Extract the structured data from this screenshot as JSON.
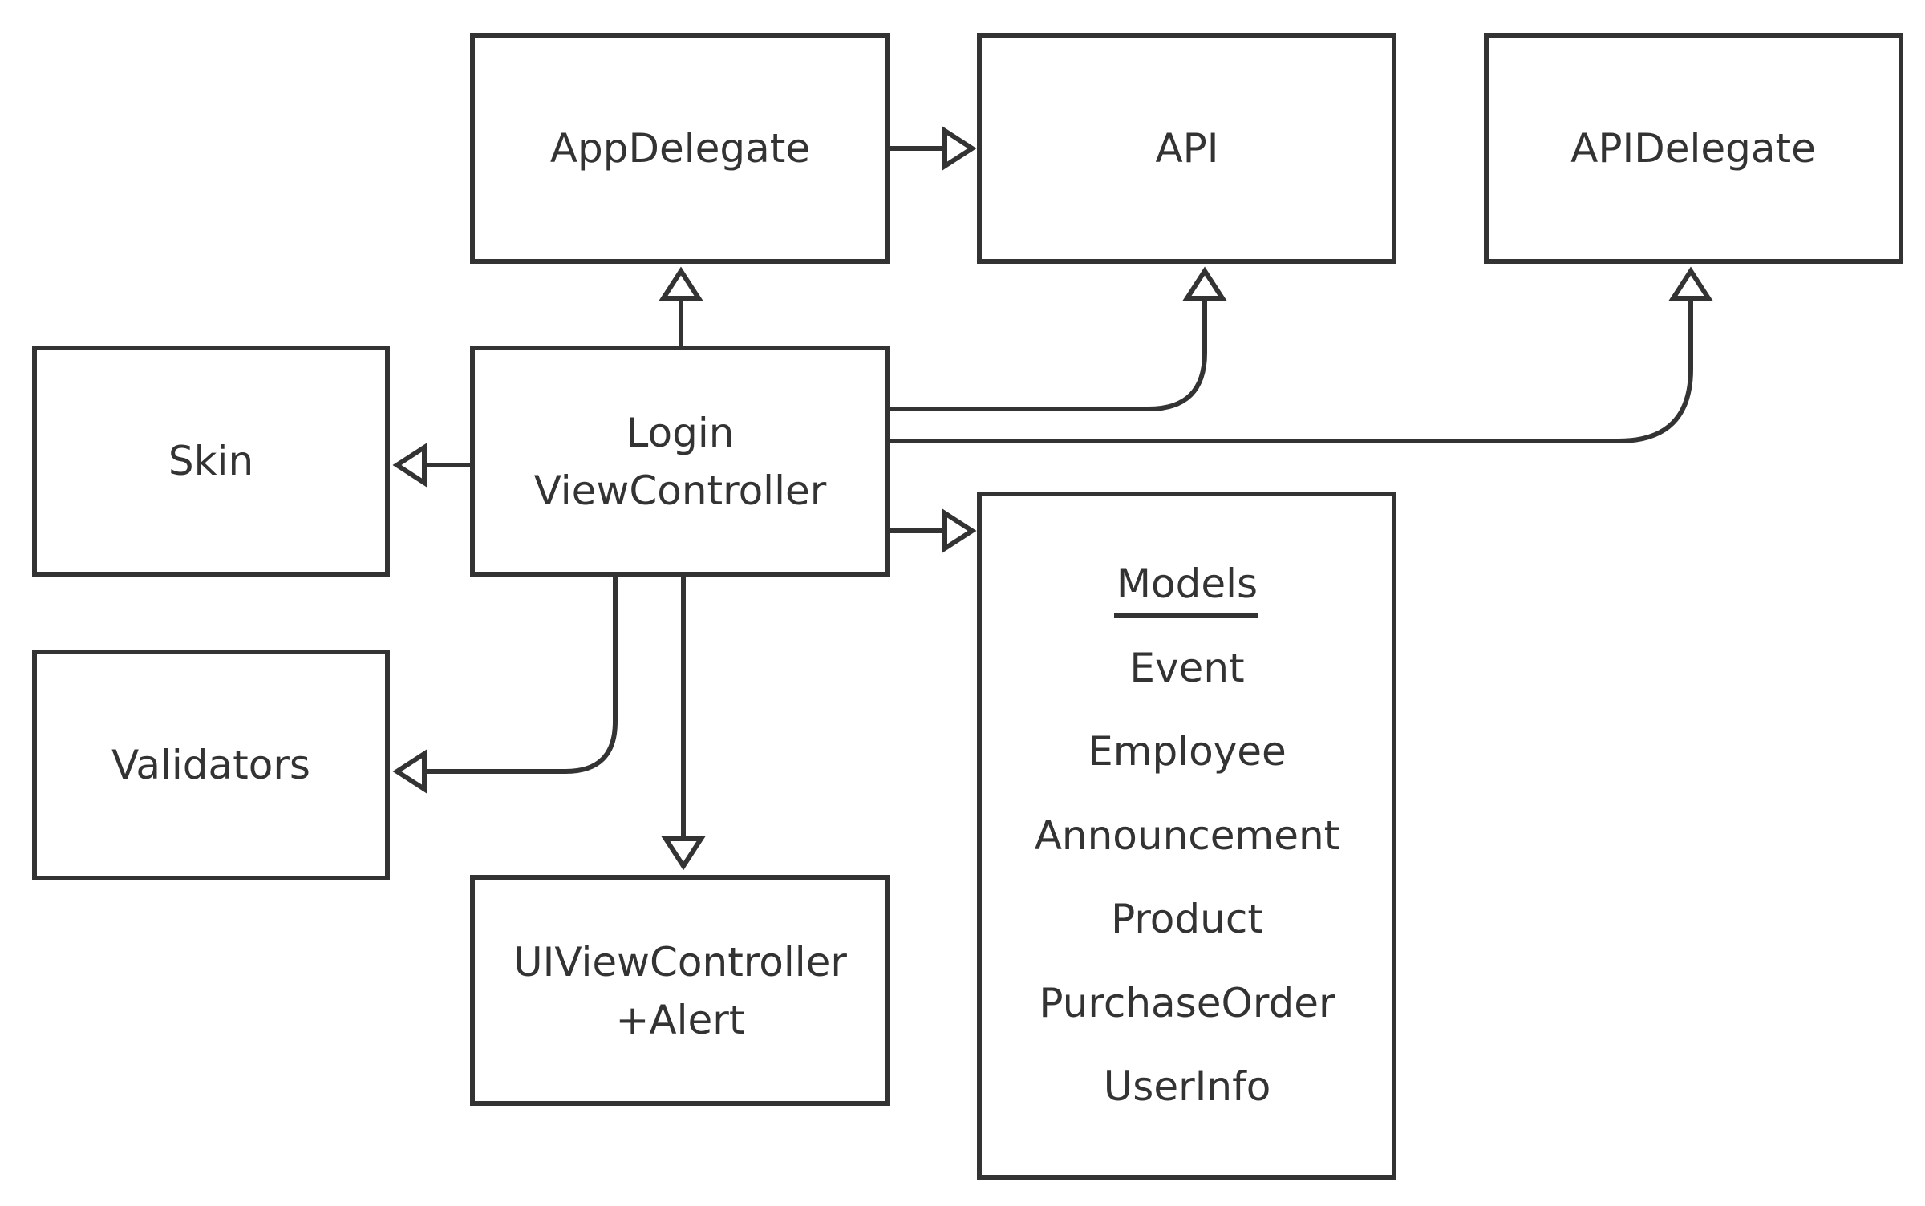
{
  "diagram": {
    "colors": {
      "stroke": "#333333",
      "fill": "#ffffff",
      "text": "#333333"
    },
    "nodes": {
      "app_delegate": {
        "label": "AppDelegate"
      },
      "api": {
        "label": "API"
      },
      "api_delegate": {
        "label": "APIDelegate"
      },
      "skin": {
        "label": "Skin"
      },
      "login_view_controller": {
        "label_line1": "Login",
        "label_line2": "ViewController"
      },
      "validators": {
        "label": "Validators"
      },
      "ui_view_controller_alert": {
        "label_line1": "UIViewController",
        "label_line2": "+Alert"
      },
      "models": {
        "title": "Models",
        "items": [
          "Event",
          "Employee",
          "Announcement",
          "Product",
          "PurchaseOrder",
          "UserInfo"
        ]
      }
    },
    "edges": [
      {
        "from": "AppDelegate",
        "to": "API",
        "arrow": "hollow-triangle"
      },
      {
        "from": "Login ViewController",
        "to": "AppDelegate",
        "arrow": "hollow-triangle"
      },
      {
        "from": "Login ViewController",
        "to": "API",
        "arrow": "hollow-triangle"
      },
      {
        "from": "Login ViewController",
        "to": "APIDelegate",
        "arrow": "hollow-triangle"
      },
      {
        "from": "Login ViewController",
        "to": "Skin",
        "arrow": "hollow-triangle"
      },
      {
        "from": "Login ViewController",
        "to": "Models",
        "arrow": "hollow-triangle"
      },
      {
        "from": "Login ViewController",
        "to": "Validators",
        "arrow": "hollow-triangle"
      },
      {
        "from": "Login ViewController",
        "to": "UIViewController +Alert",
        "arrow": "hollow-triangle"
      }
    ]
  }
}
